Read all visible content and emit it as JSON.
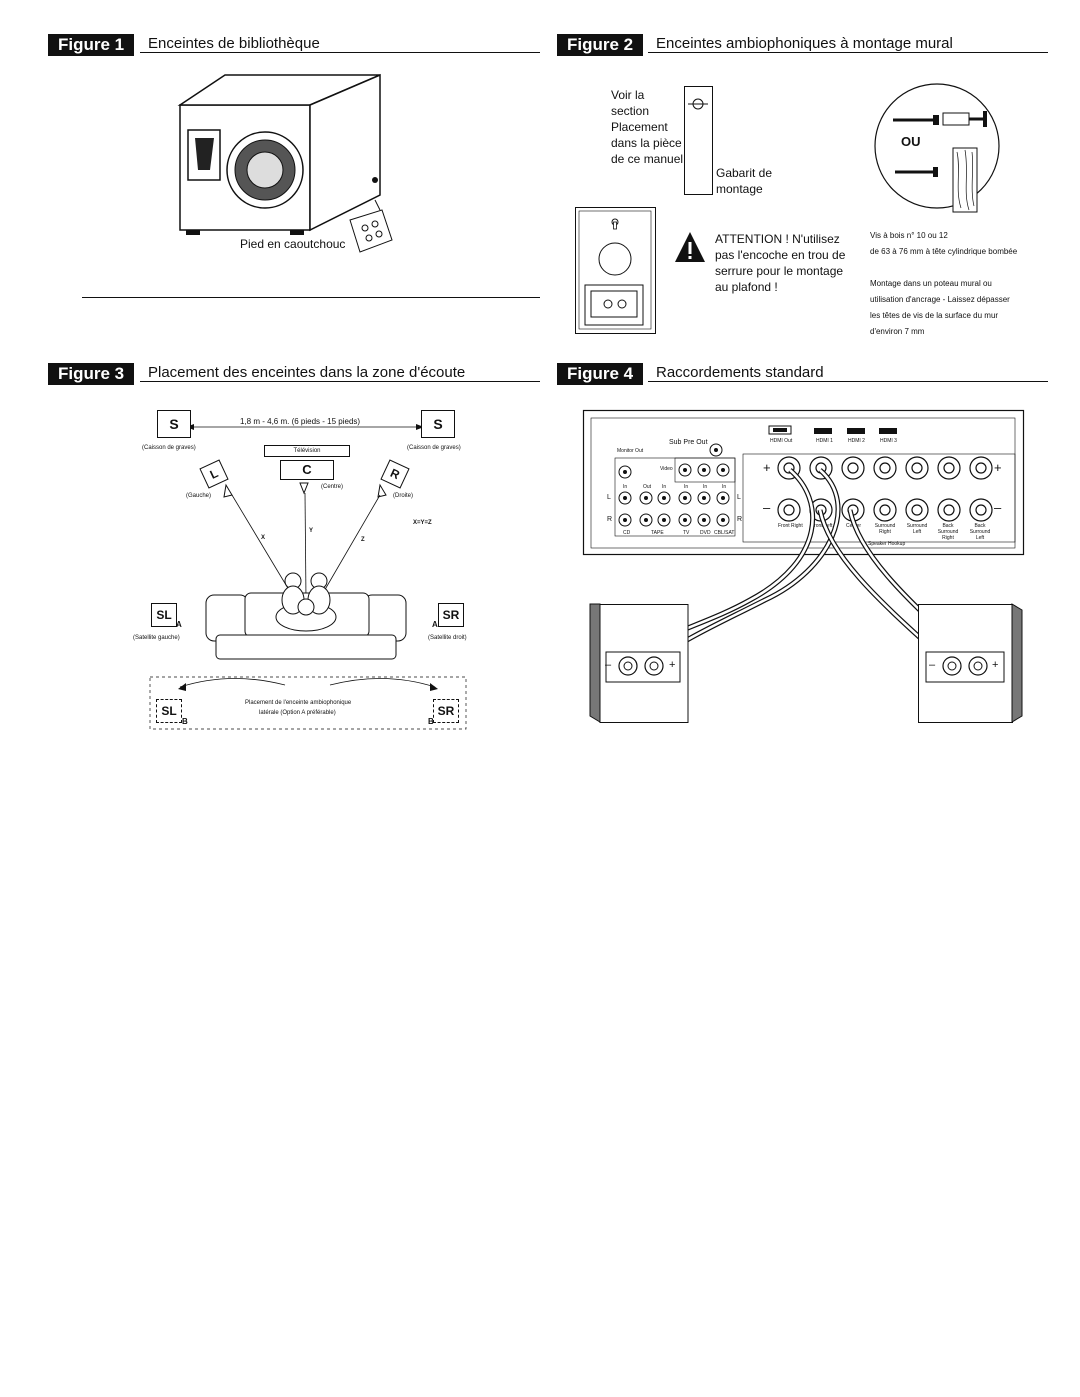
{
  "figure1": {
    "tag": "Figure 1",
    "title": "Enceintes de bibliothèque",
    "foot_label": "Pied en caoutchouc"
  },
  "figure2": {
    "tag": "Figure 2",
    "title": "Enceintes ambiophoniques à montage mural",
    "see_text": [
      "Voir la",
      "section",
      "Placement",
      "dans la pièce",
      "de ce manuel"
    ],
    "template_label": [
      "Gabarit de",
      "montage"
    ],
    "ou_label": "OU",
    "attention": [
      "ATTENTION ! N'utilisez",
      "pas l'encoche en trou de",
      "serrure pour le montage",
      "au plafond !"
    ],
    "screw_title": "Vis à bois n° 10 ou 12",
    "screw_spec": "de 63 à 76 mm à tête cylindrique bombée",
    "mount_note": [
      "Montage dans un poteau mural ou",
      "utilisation d'ancrage - Laissez dépasser",
      "les têtes de vis de la surface du mur",
      "d'environ 7 mm"
    ]
  },
  "figure3": {
    "tag": "Figure 3",
    "title": "Placement des enceintes dans la zone d'écoute",
    "distance": "1,8 m - 4,6 m. (6 pieds - 15 pieds)",
    "sub_left": "S",
    "sub_right": "S",
    "sub_caption": "(Caisson de graves)",
    "tv": "Télévision",
    "center": "C",
    "center_caption": "(Centre)",
    "left": "L",
    "left_caption": "(Gauche)",
    "right": "R",
    "right_caption": "(Droite)",
    "equation": "X=Y=Z",
    "x": "X",
    "y": "Y",
    "z": "Z",
    "sl": "SL",
    "sr": "SR",
    "option_a": "A",
    "option_b": "B",
    "sat_left": "(Satellite gauche)",
    "sat_right": "(Satellite droit)",
    "surround_note": [
      "Placement de l'enceinte ambiophonique",
      "latérale (Option A préférable)"
    ]
  },
  "figure4": {
    "tag": "Figure 4",
    "title": "Raccordements standard",
    "sub_pre_out": "Sub Pre Out",
    "monitor_out": "Monitor Out",
    "video": "Video",
    "hdmi": [
      "HDMI Out",
      "HDMI 1",
      "HDMI 2",
      "HDMI 3"
    ],
    "io_labels": [
      "In",
      "Out",
      "In",
      "In",
      "In",
      "In"
    ],
    "source_labels": [
      "CD",
      "TAPE",
      "TV",
      "DVD",
      "CBL/SAT"
    ],
    "lr": [
      "L",
      "R"
    ],
    "speaker_labels": [
      "Front Right",
      "Front Left",
      "Center",
      "Surround Right",
      "Surround Left",
      "Back Surround Right",
      "Back Surround Left"
    ],
    "speaker_hookup": "Speaker Hookup",
    "plus": "+",
    "minus": "–"
  }
}
